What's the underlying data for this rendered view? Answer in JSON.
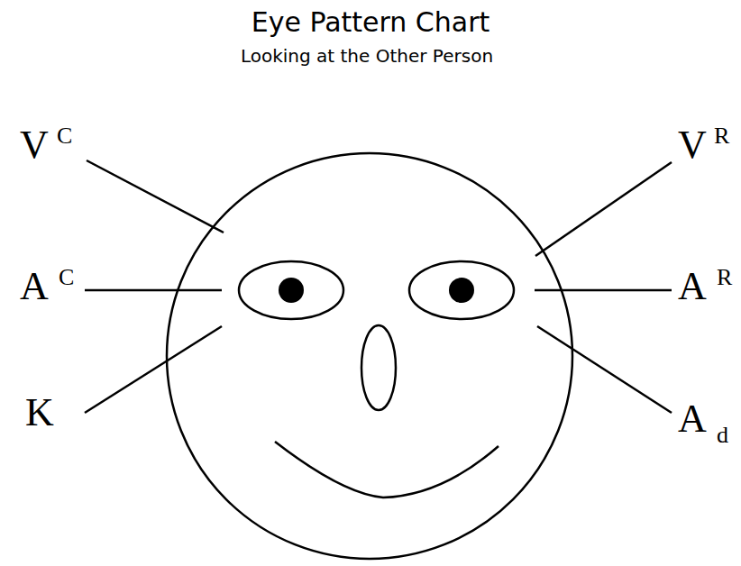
{
  "diagram": {
    "title": "Eye Pattern Chart",
    "labels": [
      "Looking at the Other Person",
      "V",
      "C",
      "V",
      "R",
      "A",
      "C",
      "A",
      "R",
      "K",
      "A",
      "d"
    ]
  }
}
